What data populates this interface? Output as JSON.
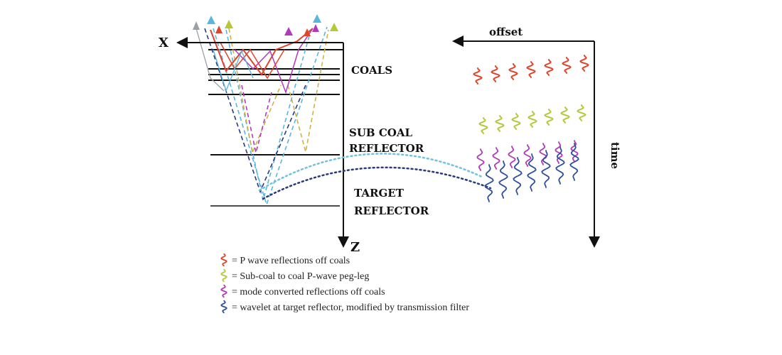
{
  "labels": {
    "x_axis": "X",
    "z_axis": "Z",
    "offset_axis": "offset",
    "time_axis": "time",
    "coals": "COALS",
    "sub_coal_line1": "SUB COAL",
    "sub_coal_line2": "REFLECTOR",
    "target_line1": "TARGET",
    "target_line2": "REFLECTOR"
  },
  "colors": {
    "p_wave_coals": "#e0442b",
    "peg_leg": "#b5c83a",
    "mode_converted": "#b23ab8",
    "target_wavelet": "#2f4f9c",
    "dashed_ray_blue": "#5bb6dd",
    "dashed_ray_tan": "#cdb34a",
    "gather_arc_dark": "#2b3a78",
    "gather_arc_light": "#6ec3dd",
    "axes": "#111111"
  },
  "legend": [
    {
      "icon": "red-wavelet-icon",
      "color": "#e0442b",
      "text": "= P wave reflections off coals"
    },
    {
      "icon": "green-wavelet-icon",
      "color": "#b5c83a",
      "text": "= Sub-coal to coal P-wave peg-leg"
    },
    {
      "icon": "purple-wavelet-icon",
      "color": "#b23ab8",
      "text": "= mode converted reflections off coals"
    },
    {
      "icon": "blue-wavelet-icon",
      "color": "#2f4f9c",
      "text": "= wavelet at target reflector, modified by transmission filter"
    }
  ]
}
